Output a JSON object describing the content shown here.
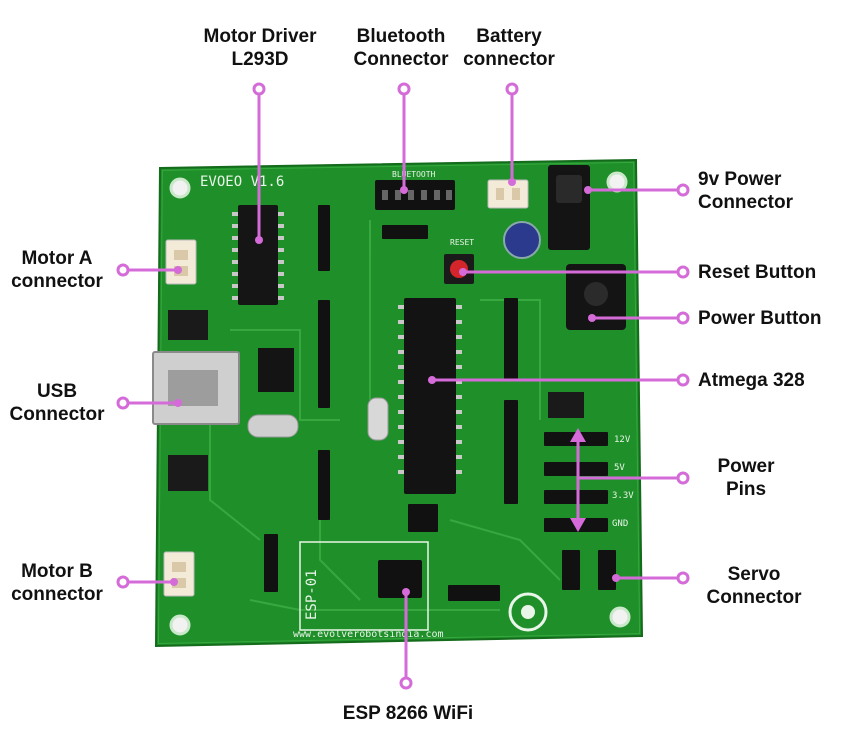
{
  "callout_color": "#d56bd8",
  "board_color": "#1f8f2a",
  "labels": {
    "motor_driver": [
      "Motor Driver",
      "L293D"
    ],
    "bluetooth": [
      "Bluetooth",
      "Connector"
    ],
    "battery": [
      "Battery",
      "connector"
    ],
    "power_9v": [
      "9v Power",
      "Connector"
    ],
    "reset": [
      "Reset Button"
    ],
    "power_button": [
      "Power Button"
    ],
    "atmega": [
      "Atmega 328"
    ],
    "power_pins": [
      "Power",
      "Pins"
    ],
    "servo": [
      "Servo",
      "Connector"
    ],
    "esp": [
      "ESP 8266 WiFi"
    ],
    "motor_a": [
      "Motor  A",
      "connector"
    ],
    "usb": [
      "USB",
      "Connector"
    ],
    "motor_b": [
      "Motor  B",
      "connector"
    ]
  },
  "silkscreen": {
    "board_name": "EVOEO V1.6",
    "bluetooth": "BLUETOOTH",
    "reset": "RESET",
    "website": "www.evolverobotsindia.com",
    "esp": "ESP-01",
    "v12": "12V",
    "v5": "5V",
    "v33": "3.3V",
    "gnd": "GND"
  }
}
